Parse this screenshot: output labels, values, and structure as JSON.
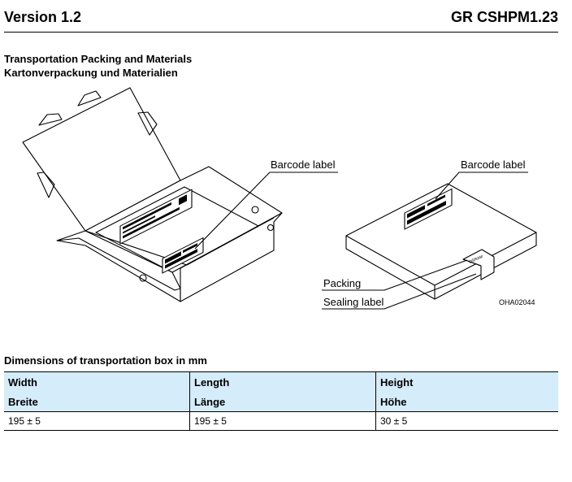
{
  "header": {
    "version": "Version 1.2",
    "doc_id": "GR CSHPM1.23"
  },
  "section": {
    "title_en": "Transportation Packing and Materials",
    "title_de": "Kartonverpackung und Materialien"
  },
  "figure": {
    "barcode_label_left": "Barcode label",
    "barcode_label_right": "Barcode label",
    "packing": "Packing",
    "sealing_label": "Sealing label",
    "code": "OHA02044"
  },
  "dimensions": {
    "title": "Dimensions of transportation box in mm",
    "headers_en": [
      "Width",
      "Length",
      "Height"
    ],
    "headers_de": [
      "Breite",
      "Länge",
      "Höhe"
    ],
    "values": [
      "195 ± 5",
      "195 ± 5",
      "30 ± 5"
    ]
  }
}
